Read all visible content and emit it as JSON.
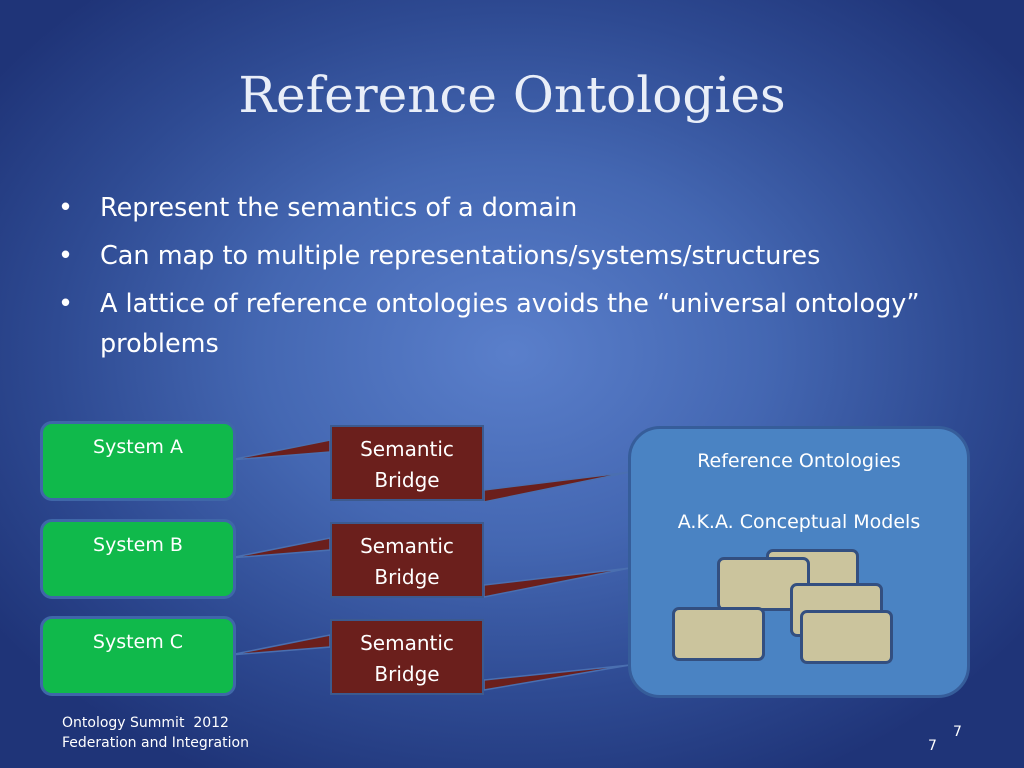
{
  "slide": {
    "title": "Reference Ontologies",
    "bullets": [
      "Represent the semantics of a domain",
      "Can map to multiple representations/systems/structures",
      "A lattice of reference ontologies avoids the “universal ontology” problems"
    ]
  },
  "diagram": {
    "systems": [
      "System A",
      "System B",
      "System C"
    ],
    "bridges": [
      {
        "line1": "Semantic",
        "line2": "Bridge"
      },
      {
        "line1": "Semantic",
        "line2": "Bridge"
      },
      {
        "line1": "Semantic",
        "line2": "Bridge"
      }
    ],
    "reference": {
      "title": "Reference Ontologies",
      "subtitle": "A.K.A. Conceptual Models"
    }
  },
  "footer": {
    "line1": "Ontology Summit  2012",
    "line2": "Federation and Integration",
    "page_number": "7",
    "page_number_2": "7"
  },
  "colors": {
    "system_fill": "#10b94b",
    "bridge_fill": "#6b1f1c",
    "reference_fill": "#4a83c3",
    "card_fill": "#cbc49d"
  }
}
